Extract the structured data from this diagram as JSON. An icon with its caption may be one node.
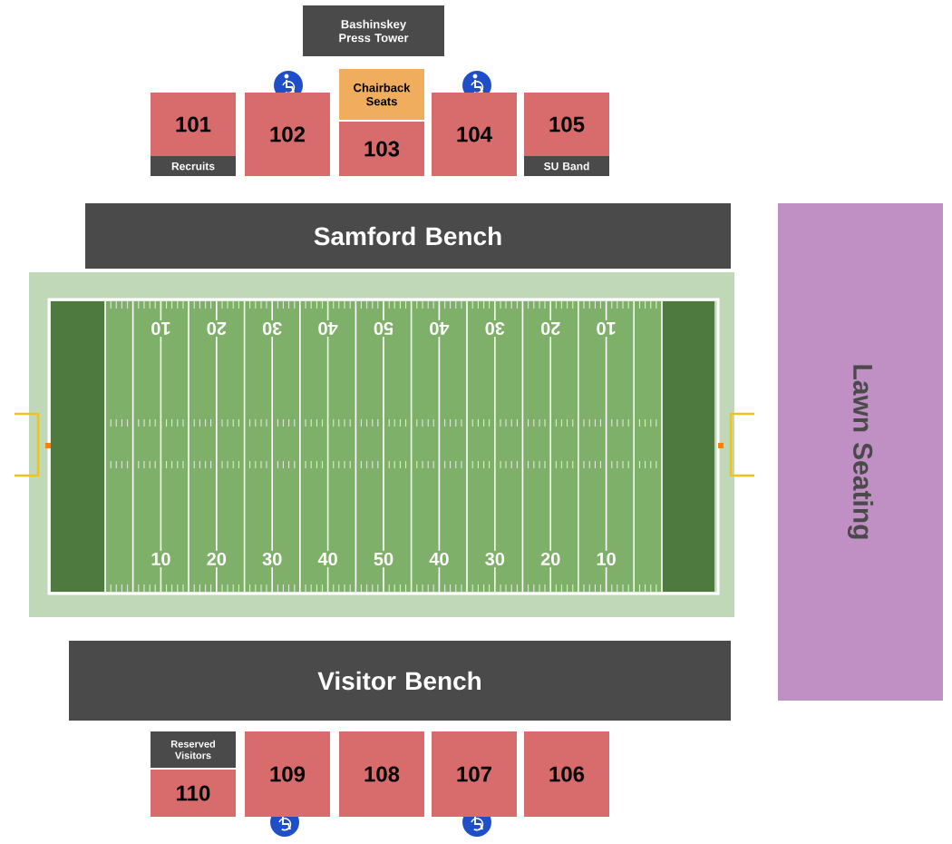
{
  "diagram": {
    "nodes": [
      {
        "text": [
          "Bashinskey Press Tower"
        ]
      },
      {
        "text": [
          "Chairback Seats"
        ]
      },
      {
        "text": [
          "101"
        ]
      },
      {
        "text": [
          "Recruits"
        ]
      },
      {
        "text": [
          "102"
        ]
      },
      {
        "text": [
          "103"
        ]
      },
      {
        "text": [
          "104"
        ]
      },
      {
        "text": [
          "105"
        ]
      },
      {
        "text": [
          "SU Band"
        ]
      },
      {
        "text": [
          "Samford Bench"
        ]
      },
      {
        "text": [
          "Lawn Seating"
        ]
      },
      {
        "text": [
          "Visitor Bench"
        ]
      },
      {
        "text": [
          "Reserved Visitors"
        ]
      },
      {
        "text": [
          "110"
        ]
      },
      {
        "text": [
          "109"
        ]
      },
      {
        "text": [
          "108"
        ]
      },
      {
        "text": [
          "107"
        ]
      },
      {
        "text": [
          "106"
        ]
      }
    ],
    "labels": [
      "10",
      "20",
      "30",
      "40",
      "50",
      "40",
      "30",
      "20",
      "10",
      "10",
      "20",
      "30",
      "40",
      "50",
      "40",
      "30",
      "20",
      "10"
    ]
  }
}
